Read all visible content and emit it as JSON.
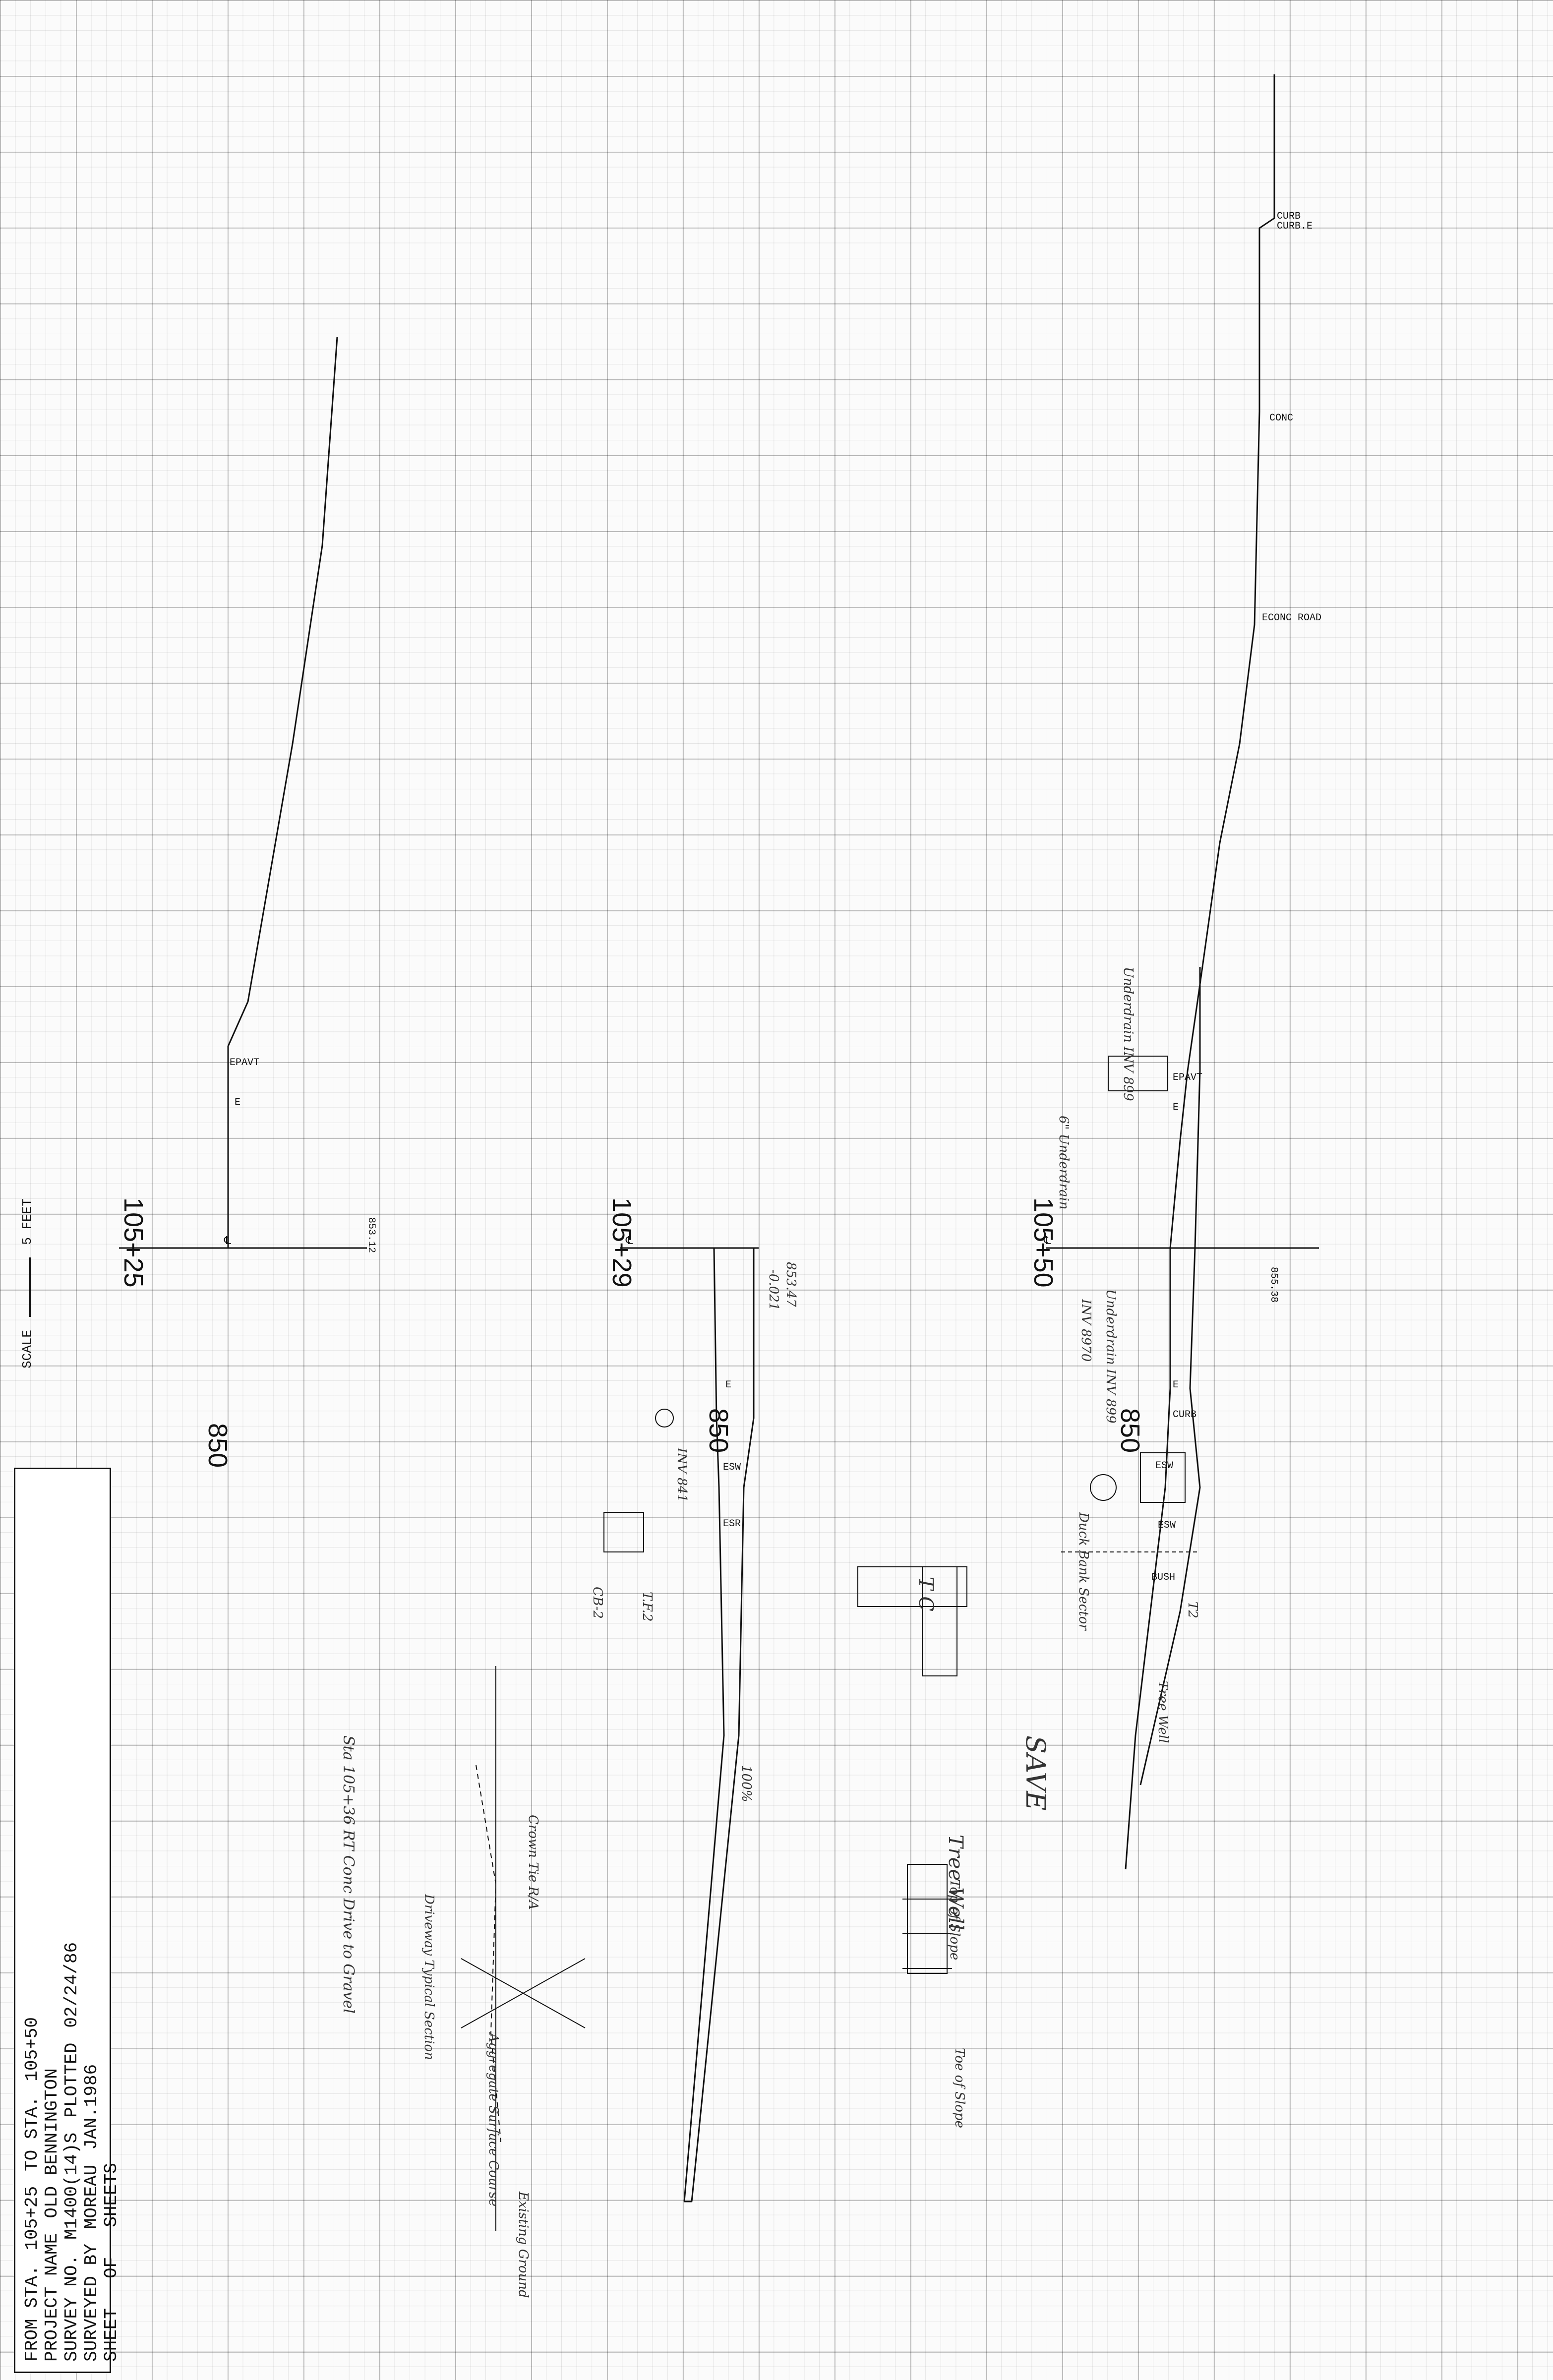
{
  "stations": [
    {
      "label": "105+25",
      "elevation": "853.12",
      "ground_labels": [
        "EPAVT",
        "E"
      ]
    },
    {
      "label": "105+29",
      "elevation": "853.47",
      "note": "-0.021",
      "ground_labels": [
        "E",
        "ESW",
        "ESR"
      ]
    },
    {
      "label": "105+50",
      "elevation": "855.38",
      "ground_labels": [
        "CURB",
        "CURB.E",
        "CONC",
        "ECONC ROAD",
        "EPAVT",
        "E",
        "E",
        "CURB",
        "ESW",
        "ESW",
        "BUSH"
      ]
    }
  ],
  "elevation_marks": [
    "850",
    "850",
    "850"
  ],
  "centerline_symbol": "℄",
  "handwritten_notes": [
    "Underdrain INV 899",
    "6\" Underdrain",
    "Underdrain INV 899",
    "INV 8970",
    "INV 841",
    "Duck Bank Sector",
    "T2",
    "Tree Well",
    "SAVE",
    "Sta 105+36 RT Conc Drive to Gravel",
    "Driveway Typical Section",
    "Crown Tie R/A",
    "Aggregate Surface Course",
    "Existing Ground",
    "Top of Slope",
    "Tree Well",
    "Toe of Slope",
    "CB-2",
    "T.F.2",
    "T C",
    "100%"
  ],
  "scale": {
    "label": "SCALE",
    "value": "5 FEET"
  },
  "title_block": {
    "from_sta_label": "FROM STA.",
    "from_sta": "105+25",
    "to_sta_label": "TO STA.",
    "to_sta": "105+50",
    "project_name_label": "PROJECT NAME",
    "project_name": "OLD BENNINGTON",
    "survey_no_label": "SURVEY NO.",
    "survey_no": "M1400(14)S",
    "plotted_label": "PLOTTED",
    "plotted": "02/24/86",
    "surveyed_by_label": "SURVEYED BY",
    "surveyed_by": "MOREAU",
    "date": "JAN.1986",
    "sheet_label": "SHEET",
    "sheet_no": "",
    "of_label": "OF",
    "sheets_total": "",
    "sheets_label": "SHEETS"
  }
}
